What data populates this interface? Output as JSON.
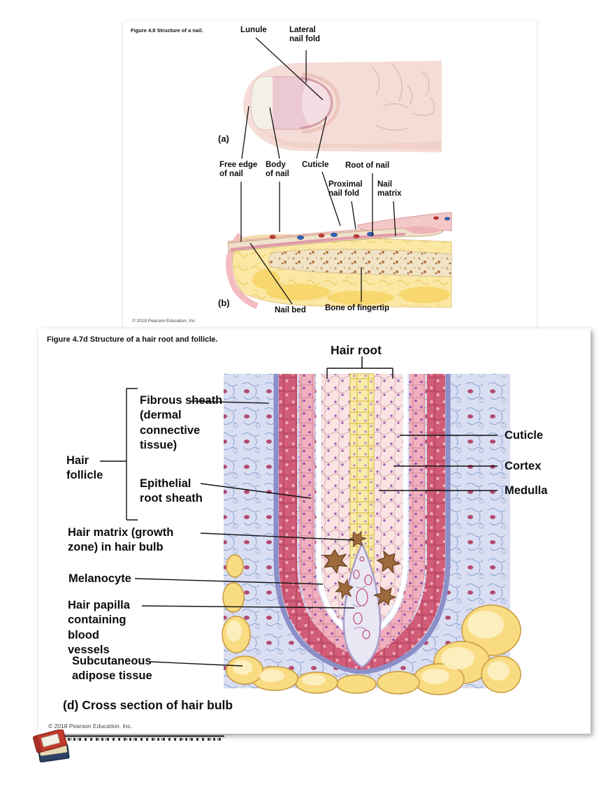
{
  "nail_figure": {
    "title": "Figure 4.8 Structure of a nail.",
    "copyright": "© 2018 Pearson Education, Inc",
    "panel_a_tag": "(a)",
    "panel_b_tag": "(b)",
    "labels": {
      "lunule": "Lunule",
      "lateral_nail_fold": "Lateral nail fold",
      "free_edge_of_nail": "Free edge of nail",
      "body_of_nail": "Body of nail",
      "cuticle": "Cuticle",
      "root_of_nail": "Root of nail",
      "proximal_nail_fold": "Proximal nail fold",
      "nail_matrix": "Nail matrix",
      "nail_bed": "Nail bed",
      "bone_of_fingertip": "Bone of fingertip"
    }
  },
  "hair_figure": {
    "title": "Figure 4.7d Structure of a hair root and follicle.",
    "caption": "(d) Cross section of hair bulb",
    "copyright": "© 2018 Pearson Education, Inc.",
    "labels": {
      "hair_root": "Hair root",
      "fibrous_sheath": "Fibrous sheath (dermal connective tissue)",
      "hair_follicle": "Hair follicle",
      "epithelial_root_sheath": "Epithelial root sheath",
      "hair_matrix": "Hair matrix (growth zone) in hair bulb",
      "melanocyte": "Melanocyte",
      "hair_papilla": "Hair papilla containing blood vessels",
      "subcutaneous_adipose": "Subcutaneous adipose tissue",
      "cuticle": "Cuticle",
      "cortex": "Cortex",
      "medulla": "Medulla"
    }
  },
  "colors": {
    "skin": "#f5dcd6",
    "nail_body": "#ecc9d2",
    "free_edge": "#f3f0e5",
    "bone": "#f0e3c6",
    "fat": "#fbe8a4",
    "dermal_lavender": "#dadef2",
    "follicle_membrane": "#8b8fc8",
    "root_sheath_crimson": "#d15c77",
    "root_sheath_pink": "#f0b0bd",
    "cortex_pale": "#f9e3e3",
    "medulla_yellow": "#f8ecaa",
    "papilla": "#eae7f5",
    "melanocyte_brown": "#9c6a3c",
    "adipose_yellow": "#f9dc81",
    "leader_line": "#111111",
    "book_red": "#c23b2e",
    "book_navy": "#2e4466"
  }
}
